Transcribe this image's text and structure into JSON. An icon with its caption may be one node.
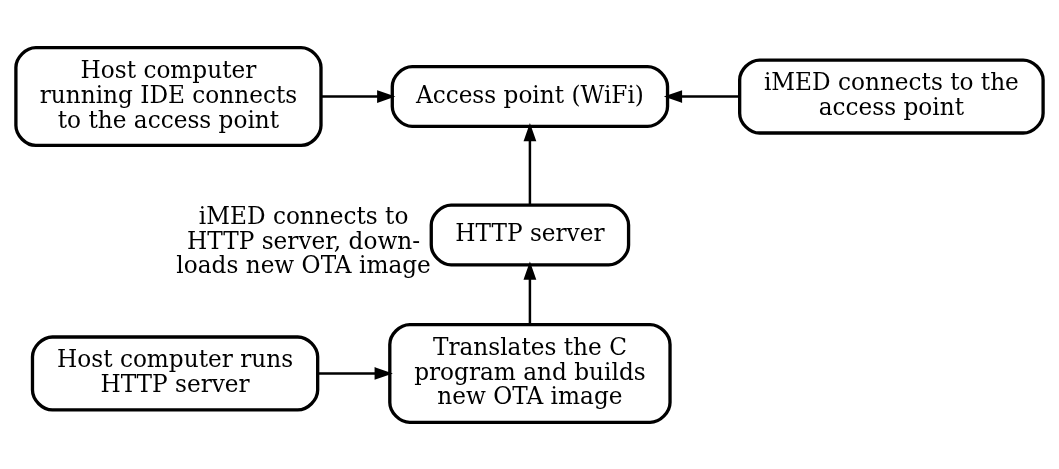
{
  "diagram": {
    "nodes": [
      {
        "text": [
          "Host computer running IDE connects to the access point"
        ]
      },
      {
        "text": [
          "Access point (WiFi)"
        ]
      },
      {
        "text": [
          "iMED connects to the access point"
        ]
      },
      {
        "text": [
          "HTTP server"
        ],
        "beside": [
          "iMED connects to HTTP server, down-loads new OTA image"
        ]
      },
      {
        "text": [
          "Host computer runs HTTP server"
        ]
      },
      {
        "text": [
          "Translates the C program and builds new OTA image"
        ]
      }
    ],
    "edges": [
      {
        "from": 0,
        "to": 1,
        "arrow": "to"
      },
      {
        "from": 2,
        "to": 1,
        "arrow": "to"
      },
      {
        "from": 3,
        "to": 1,
        "arrow": "to"
      },
      {
        "from": 5,
        "to": 3,
        "arrow": "to"
      },
      {
        "from": 4,
        "to": 5,
        "arrow": "to"
      }
    ]
  }
}
